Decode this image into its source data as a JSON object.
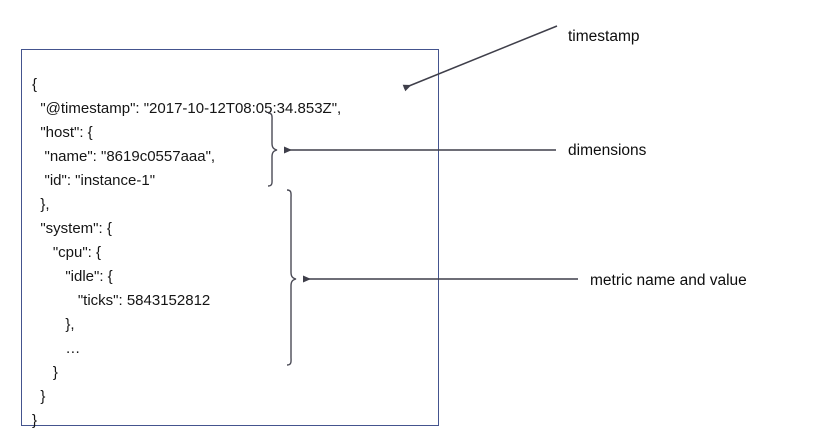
{
  "diagram": {
    "type": "annotated-json-document",
    "box": {
      "border_color": "#44548e",
      "background": "#ffffff"
    },
    "code_sample": {
      "language": "json",
      "text": "{\n  \"@timestamp\": \"2017-10-12T08:05:34.853Z\",\n  \"host\": {\n   \"name\": \"8619c0557aaa\",\n   \"id\": \"instance-1\"\n  },\n  \"system\": {\n     \"cpu\": {\n        \"idle\": {\n           \"ticks\": 5843152812\n        },\n        …\n     }\n  }\n}",
      "lines": [
        "{",
        "  \"@timestamp\": \"2017-10-12T08:05:34.853Z\",",
        "  \"host\": {",
        "   \"name\": \"8619c0557aaa\",",
        "   \"id\": \"instance-1\"",
        "  },",
        "  \"system\": {",
        "     \"cpu\": {",
        "        \"idle\": {",
        "           \"ticks\": 5843152812",
        "        },",
        "        …",
        "     }",
        "  }",
        "}"
      ],
      "fields": {
        "timestamp_key": "@timestamp",
        "timestamp_value": "2017-10-12T08:05:34.853Z",
        "host_name_key": "name",
        "host_name_value": "8619c0557aaa",
        "host_id_key": "id",
        "host_id_value": "instance-1",
        "metric_key": "ticks",
        "metric_value": "5843152812",
        "metric_path": "system.cpu.idle.ticks"
      }
    },
    "annotations": [
      {
        "id": "timestamp",
        "label": "timestamp",
        "connector": "diagonal-arrow",
        "arrow_color": "#3f3f4a"
      },
      {
        "id": "dimensions",
        "label": "dimensions",
        "connector": "horizontal-arrow-with-brace",
        "arrow_color": "#3f3f4a"
      },
      {
        "id": "metric",
        "label": "metric name and value",
        "connector": "horizontal-arrow-with-brace",
        "arrow_color": "#3f3f4a"
      }
    ]
  }
}
